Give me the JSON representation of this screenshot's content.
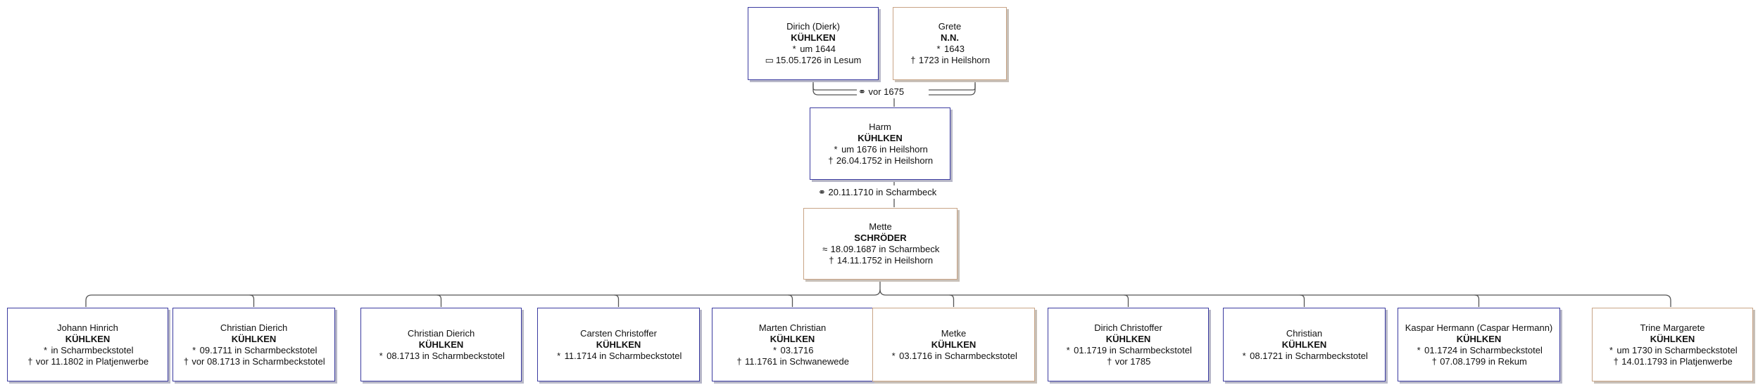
{
  "symbols": {
    "birth": "*",
    "death": "†",
    "burial": "▭",
    "baptism": "≈",
    "marriage": "⚭"
  },
  "colors": {
    "male": "#3b3ba0",
    "female": "#c8a486",
    "line": "#555555"
  },
  "gen1": {
    "father": {
      "given": "Dirich (Dierk)",
      "surname": "KÜHLKEN",
      "events": [
        {
          "sym": "*",
          "text": "um 1644"
        },
        {
          "sym": "▭",
          "text": "15.05.1726 in Lesum"
        }
      ]
    },
    "mother": {
      "given": "Grete",
      "surname": "N.N.",
      "events": [
        {
          "sym": "*",
          "text": "1643"
        },
        {
          "sym": "†",
          "text": "1723 in Heilshorn"
        }
      ]
    },
    "marriage": "⚭ vor 1675"
  },
  "gen2": {
    "person": {
      "given": "Harm",
      "surname": "KÜHLKEN",
      "events": [
        {
          "sym": "*",
          "text": "um 1676 in Heilshorn"
        },
        {
          "sym": "†",
          "text": "26.04.1752 in Heilshorn"
        }
      ]
    },
    "marriage": "⚭ 20.11.1710 in Scharmbeck",
    "spouse": {
      "given": "Mette",
      "surname": "SCHRÖDER",
      "events": [
        {
          "sym": "≈",
          "text": "18.09.1687 in Scharmbeck"
        },
        {
          "sym": "†",
          "text": "14.11.1752 in Heilshorn"
        }
      ]
    }
  },
  "children": [
    {
      "given": "Johann Hinrich",
      "surname": "KÜHLKEN",
      "sex": "male",
      "events": [
        {
          "sym": "*",
          "text": "in Scharmbeckstotel"
        },
        {
          "sym": "†",
          "text": "vor 11.1802 in Platjenwerbe"
        }
      ]
    },
    {
      "given": "Christian Dierich",
      "surname": "KÜHLKEN",
      "sex": "male",
      "events": [
        {
          "sym": "*",
          "text": "09.1711 in Scharmbeckstotel"
        },
        {
          "sym": "†",
          "text": "vor 08.1713 in Scharmbeckstotel"
        }
      ]
    },
    {
      "given": "Christian Dierich",
      "surname": "KÜHLKEN",
      "sex": "male",
      "events": [
        {
          "sym": "*",
          "text": "08.1713 in Scharmbeckstotel"
        }
      ]
    },
    {
      "given": "Carsten Christoffer",
      "surname": "KÜHLKEN",
      "sex": "male",
      "events": [
        {
          "sym": "*",
          "text": "11.1714 in Scharmbeckstotel"
        }
      ]
    },
    {
      "given": "Marten Christian",
      "surname": "KÜHLKEN",
      "sex": "male",
      "events": [
        {
          "sym": "*",
          "text": "03.1716"
        },
        {
          "sym": "†",
          "text": "11.1761 in Schwanewede"
        }
      ]
    },
    {
      "given": "Metke",
      "surname": "KÜHLKEN",
      "sex": "female",
      "events": [
        {
          "sym": "*",
          "text": "03.1716 in Scharmbeckstotel"
        }
      ]
    },
    {
      "given": "Dirich Christoffer",
      "surname": "KÜHLKEN",
      "sex": "male",
      "events": [
        {
          "sym": "*",
          "text": "01.1719 in Scharmbeckstotel"
        },
        {
          "sym": "†",
          "text": "vor 1785"
        }
      ]
    },
    {
      "given": "Christian",
      "surname": "KÜHLKEN",
      "sex": "male",
      "events": [
        {
          "sym": "*",
          "text": "08.1721 in Scharmbeckstotel"
        }
      ]
    },
    {
      "given": "Kaspar Hermann (Caspar Hermann)",
      "surname": "KÜHLKEN",
      "sex": "male",
      "events": [
        {
          "sym": "*",
          "text": "01.1724 in Scharmbeckstotel"
        },
        {
          "sym": "†",
          "text": "07.08.1799 in Rekum"
        }
      ]
    },
    {
      "given": "Trine Margarete",
      "surname": "KÜHLKEN",
      "sex": "female",
      "events": [
        {
          "sym": "*",
          "text": "um 1730 in Scharmbeckstotel"
        },
        {
          "sym": "†",
          "text": "14.01.1793 in Platjenwerbe"
        }
      ]
    }
  ]
}
